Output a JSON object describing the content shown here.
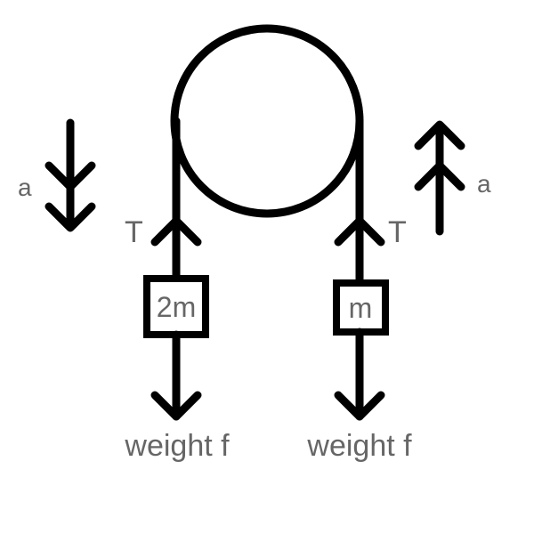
{
  "labels": {
    "accel_left": "a",
    "accel_right": "a",
    "tension_left": "T",
    "tension_right": "T",
    "mass_left": "2m",
    "mass_right": "m",
    "weight_left": "weight f",
    "weight_right": "weight f"
  },
  "colors": {
    "line": "#000000",
    "text": "#666666",
    "background": "#ffffff"
  }
}
